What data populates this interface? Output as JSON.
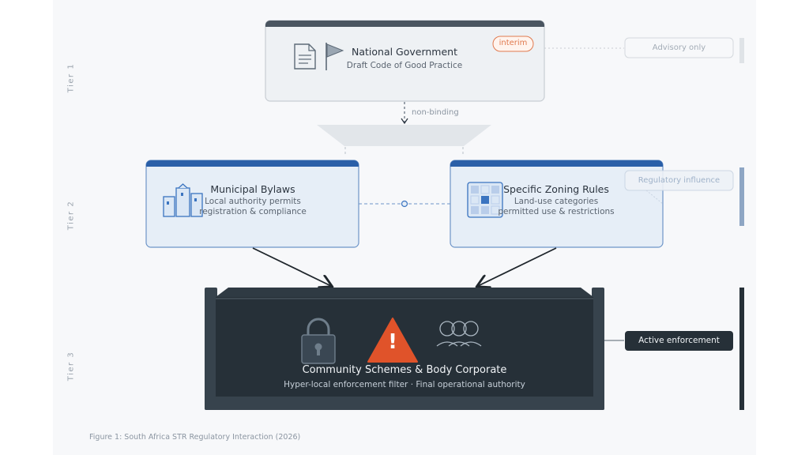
{
  "tiers": {
    "tier1": "Tier 1",
    "tier2": "Tier 2",
    "tier3": "Tier 3"
  },
  "national": {
    "title": "National Government",
    "subtitle": "Draft Code of Good Practice",
    "badge": "interim",
    "side_label": "Advisory only",
    "connector_label": "non-binding"
  },
  "municipal": {
    "title": "Municipal Bylaws",
    "subtitle_line1": "Local authority permits",
    "subtitle_line2": "registration & compliance"
  },
  "zoning": {
    "title": "Specific Zoning Rules",
    "subtitle_line1": "Land-use categories",
    "subtitle_line2": "permitted use & restrictions",
    "side_label": "Regulatory influence"
  },
  "community": {
    "title": "Community Schemes & Body Corporate",
    "subtitle": "Hyper-local enforcement filter · Final operational authority",
    "side_label": "Active enforcement",
    "alert_glyph": "!"
  },
  "caption": "Figure 1: South Africa STR Regulatory Interaction (2026)",
  "colors": {
    "tier1_header": "#4a5560",
    "tier2_header": "#2a5fa8",
    "tier3_bg": "#263038",
    "alert": "#e0532a",
    "badge": "#e07a4f"
  }
}
